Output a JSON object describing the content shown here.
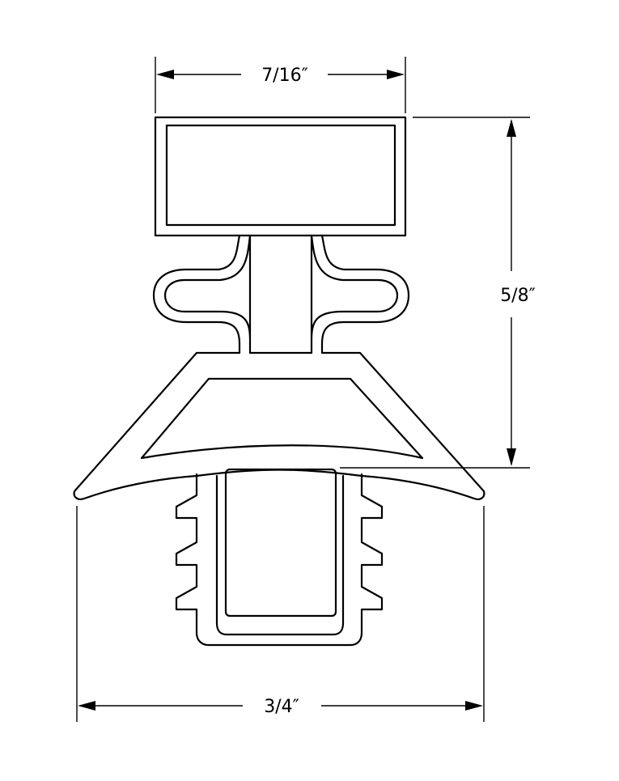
{
  "dimensions": {
    "top_width": "7/16″",
    "height": "5/8″",
    "bottom_width": "3/4″"
  }
}
